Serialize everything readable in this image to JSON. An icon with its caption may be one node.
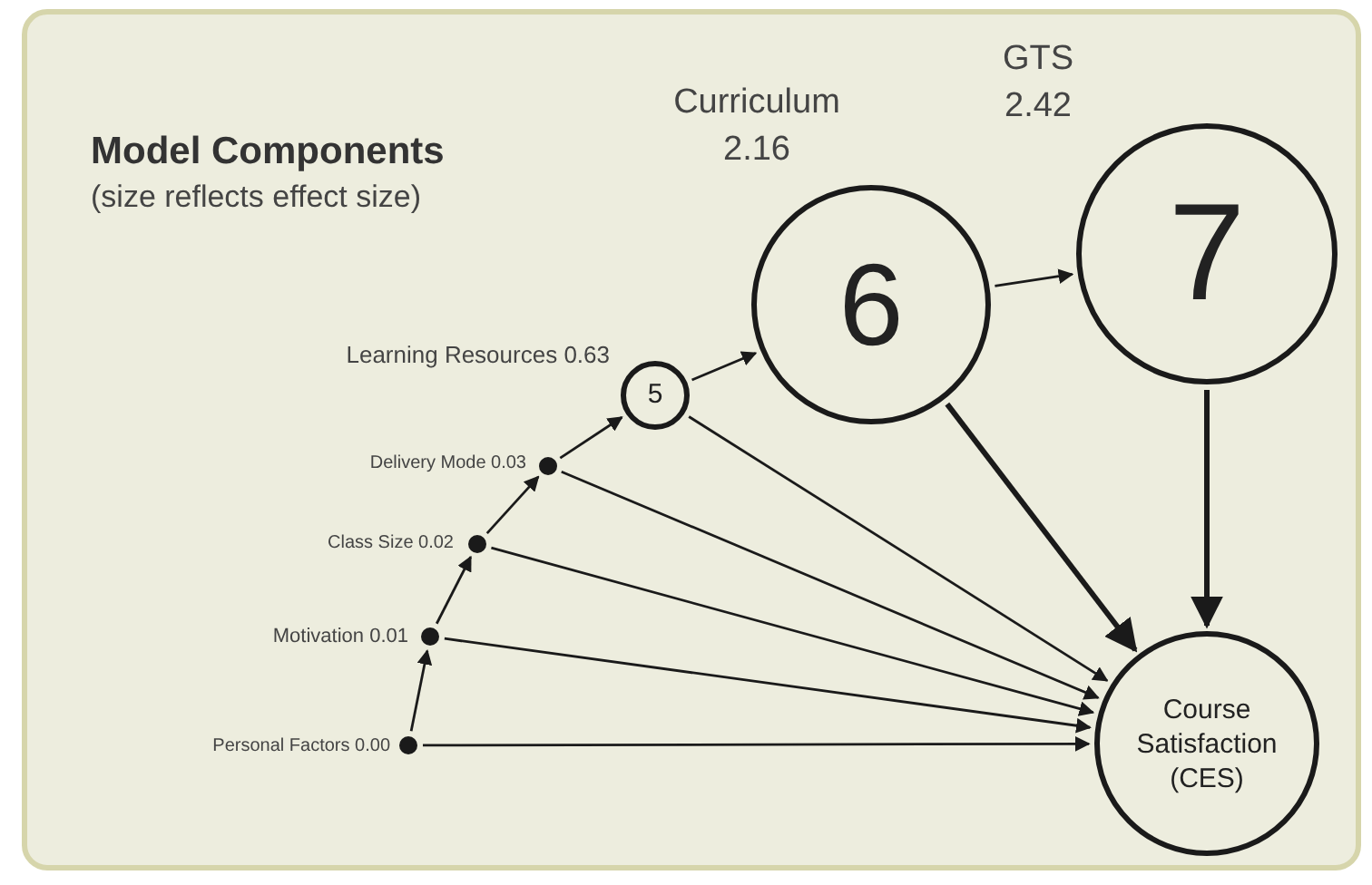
{
  "diagram": {
    "title": "Model Components",
    "nodes": [
      {
        "text": [],
        "shape": "circle",
        "beside": [
          "Personal Factors 0.00"
        ]
      },
      {
        "text": [],
        "shape": "circle",
        "beside": [
          "Motivation 0.01"
        ]
      },
      {
        "text": [],
        "shape": "circle",
        "beside": [
          "Class Size 0.02"
        ]
      },
      {
        "text": [],
        "shape": "circle",
        "beside": [
          "Delivery Mode 0.03"
        ]
      },
      {
        "text": [
          "5"
        ],
        "beside": [
          "Learning Resources 0.63"
        ]
      },
      {
        "text": [
          "6"
        ],
        "beside": [
          "Curriculum 2.16"
        ]
      },
      {
        "text": [
          "7"
        ],
        "beside": [
          "GTS 2.42"
        ]
      },
      {
        "text": [
          "Course Satisfaction (CES)"
        ]
      }
    ],
    "edges": [
      {
        "from": 0,
        "to": 1,
        "arrow": "to"
      },
      {
        "from": 1,
        "to": 2,
        "arrow": "to"
      },
      {
        "from": 2,
        "to": 3,
        "arrow": "to"
      },
      {
        "from": 3,
        "to": 4,
        "arrow": "to"
      },
      {
        "from": 4,
        "to": 5,
        "arrow": "to"
      },
      {
        "from": 5,
        "to": 6,
        "arrow": "to"
      },
      {
        "from": 0,
        "to": 7,
        "arrow": "to"
      },
      {
        "from": 1,
        "to": 7,
        "arrow": "to"
      },
      {
        "from": 2,
        "to": 7,
        "arrow": "to"
      },
      {
        "from": 3,
        "to": 7,
        "arrow": "to"
      },
      {
        "from": 4,
        "to": 7,
        "arrow": "to"
      },
      {
        "from": 5,
        "to": 7,
        "arrow": "to",
        "style": "thick"
      },
      {
        "from": 6,
        "to": 7,
        "arrow": "to",
        "style": "thick"
      }
    ],
    "labels": [
      "(size reflects effect size)"
    ]
  }
}
